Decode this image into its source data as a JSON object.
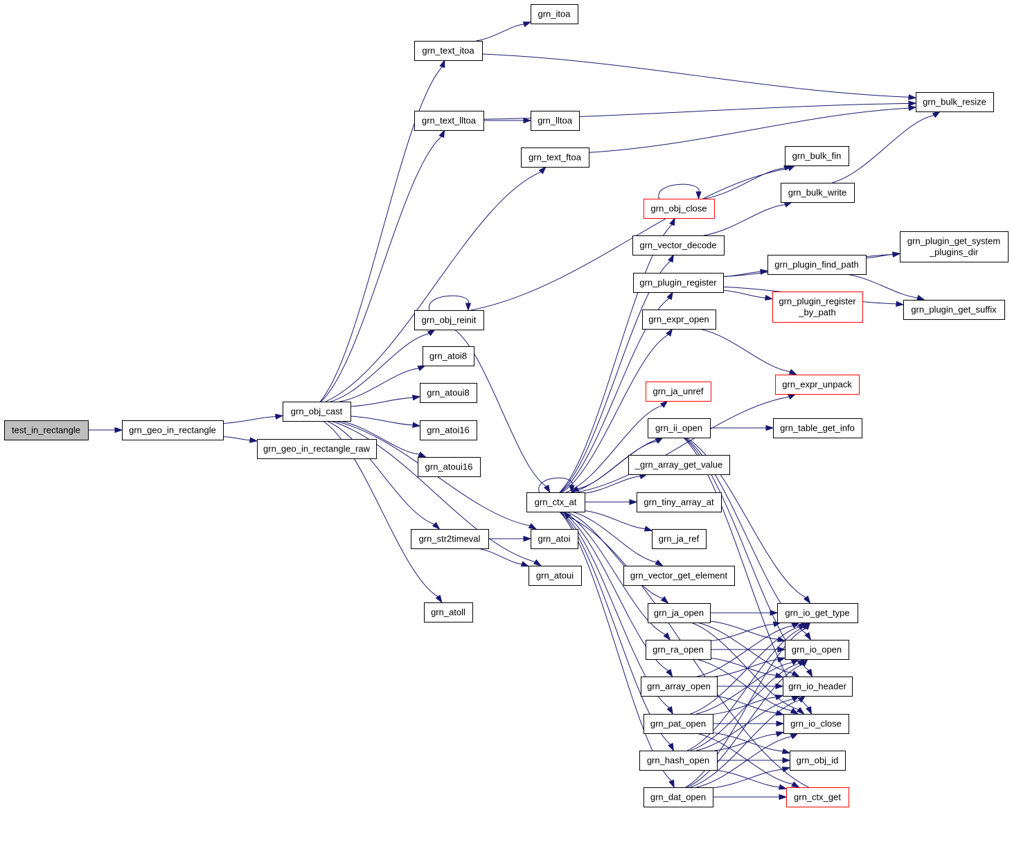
{
  "diagram": {
    "nodes": [
      {
        "id": "test_in_rectangle",
        "lines": [
          "test_in_rectangle"
        ],
        "root": true
      },
      {
        "id": "grn_geo_in_rectangle",
        "lines": [
          "grn_geo_in_rectangle"
        ]
      },
      {
        "id": "grn_obj_cast",
        "lines": [
          "grn_obj_cast"
        ]
      },
      {
        "id": "grn_geo_in_rectangle_raw",
        "lines": [
          "grn_geo_in_rectangle_raw"
        ]
      },
      {
        "id": "grn_text_itoa",
        "lines": [
          "grn_text_itoa"
        ]
      },
      {
        "id": "grn_itoa",
        "lines": [
          "grn_itoa"
        ]
      },
      {
        "id": "grn_bulk_resize",
        "lines": [
          "grn_bulk_resize"
        ]
      },
      {
        "id": "grn_text_lltoa",
        "lines": [
          "grn_text_lltoa"
        ]
      },
      {
        "id": "grn_lltoa",
        "lines": [
          "grn_lltoa"
        ]
      },
      {
        "id": "grn_text_ftoa",
        "lines": [
          "grn_text_ftoa"
        ]
      },
      {
        "id": "grn_bulk_fin",
        "lines": [
          "grn_bulk_fin"
        ]
      },
      {
        "id": "grn_bulk_write",
        "lines": [
          "grn_bulk_write"
        ]
      },
      {
        "id": "grn_obj_close",
        "lines": [
          "grn_obj_close"
        ],
        "truncated": true
      },
      {
        "id": "grn_vector_decode",
        "lines": [
          "grn_vector_decode"
        ]
      },
      {
        "id": "grn_plugin_register",
        "lines": [
          "grn_plugin_register"
        ]
      },
      {
        "id": "grn_plugin_find_path",
        "lines": [
          "grn_plugin_find_path"
        ]
      },
      {
        "id": "grn_plugin_get_system_plugins_dir",
        "lines": [
          "grn_plugin_get_system",
          "_plugins_dir"
        ]
      },
      {
        "id": "grn_plugin_register_by_path",
        "lines": [
          "grn_plugin_register",
          "_by_path"
        ],
        "truncated": true
      },
      {
        "id": "grn_plugin_get_suffix",
        "lines": [
          "grn_plugin_get_suffix"
        ]
      },
      {
        "id": "grn_obj_reinit",
        "lines": [
          "grn_obj_reinit"
        ]
      },
      {
        "id": "grn_expr_open",
        "lines": [
          "grn_expr_open"
        ]
      },
      {
        "id": "grn_expr_unpack",
        "lines": [
          "grn_expr_unpack"
        ],
        "truncated": true
      },
      {
        "id": "grn_atoi8",
        "lines": [
          "grn_atoi8"
        ]
      },
      {
        "id": "grn_atoui8",
        "lines": [
          "grn_atoui8"
        ]
      },
      {
        "id": "grn_ja_unref",
        "lines": [
          "grn_ja_unref"
        ],
        "truncated": true
      },
      {
        "id": "grn_atoi16",
        "lines": [
          "grn_atoi16"
        ]
      },
      {
        "id": "grn_ii_open",
        "lines": [
          "grn_ii_open"
        ]
      },
      {
        "id": "grn_table_get_info",
        "lines": [
          "grn_table_get_info"
        ]
      },
      {
        "id": "grn_atoui16",
        "lines": [
          "grn_atoui16"
        ]
      },
      {
        "id": "_grn_array_get_value",
        "lines": [
          "_grn_array_get_value"
        ]
      },
      {
        "id": "grn_ctx_at",
        "lines": [
          "grn_ctx_at"
        ]
      },
      {
        "id": "grn_tiny_array_at",
        "lines": [
          "grn_tiny_array_at"
        ]
      },
      {
        "id": "grn_str2timeval",
        "lines": [
          "grn_str2timeval"
        ]
      },
      {
        "id": "grn_atoi",
        "lines": [
          "grn_atoi"
        ]
      },
      {
        "id": "grn_ja_ref",
        "lines": [
          "grn_ja_ref"
        ]
      },
      {
        "id": "grn_atoui",
        "lines": [
          "grn_atoui"
        ]
      },
      {
        "id": "grn_vector_get_element",
        "lines": [
          "grn_vector_get_element"
        ]
      },
      {
        "id": "grn_atoll",
        "lines": [
          "grn_atoll"
        ]
      },
      {
        "id": "grn_ja_open",
        "lines": [
          "grn_ja_open"
        ]
      },
      {
        "id": "grn_io_get_type",
        "lines": [
          "grn_io_get_type"
        ]
      },
      {
        "id": "grn_ra_open",
        "lines": [
          "grn_ra_open"
        ]
      },
      {
        "id": "grn_io_open",
        "lines": [
          "grn_io_open"
        ]
      },
      {
        "id": "grn_array_open",
        "lines": [
          "grn_array_open"
        ]
      },
      {
        "id": "grn_io_header",
        "lines": [
          "grn_io_header"
        ]
      },
      {
        "id": "grn_pat_open",
        "lines": [
          "grn_pat_open"
        ]
      },
      {
        "id": "grn_io_close",
        "lines": [
          "grn_io_close"
        ]
      },
      {
        "id": "grn_hash_open",
        "lines": [
          "grn_hash_open"
        ]
      },
      {
        "id": "grn_obj_id",
        "lines": [
          "grn_obj_id"
        ]
      },
      {
        "id": "grn_dat_open",
        "lines": [
          "grn_dat_open"
        ]
      },
      {
        "id": "grn_ctx_get",
        "lines": [
          "grn_ctx_get"
        ],
        "truncated": true
      }
    ],
    "edges": [
      [
        "test_in_rectangle",
        "grn_geo_in_rectangle"
      ],
      [
        "grn_geo_in_rectangle",
        "grn_obj_cast"
      ],
      [
        "grn_geo_in_rectangle",
        "grn_geo_in_rectangle_raw"
      ],
      [
        "grn_obj_cast",
        "grn_text_itoa"
      ],
      [
        "grn_obj_cast",
        "grn_text_lltoa"
      ],
      [
        "grn_obj_cast",
        "grn_text_ftoa"
      ],
      [
        "grn_obj_cast",
        "grn_obj_reinit"
      ],
      [
        "grn_obj_cast",
        "grn_atoi8"
      ],
      [
        "grn_obj_cast",
        "grn_atoui8"
      ],
      [
        "grn_obj_cast",
        "grn_atoi16"
      ],
      [
        "grn_obj_cast",
        "grn_atoui16"
      ],
      [
        "grn_obj_cast",
        "grn_atoi"
      ],
      [
        "grn_obj_cast",
        "grn_str2timeval"
      ],
      [
        "grn_obj_cast",
        "grn_atoui"
      ],
      [
        "grn_obj_cast",
        "grn_atoll"
      ],
      [
        "grn_text_itoa",
        "grn_itoa"
      ],
      [
        "grn_text_itoa",
        "grn_bulk_resize"
      ],
      [
        "grn_text_lltoa",
        "grn_lltoa"
      ],
      [
        "grn_text_lltoa",
        "grn_bulk_resize"
      ],
      [
        "grn_text_ftoa",
        "grn_bulk_resize"
      ],
      [
        "grn_obj_reinit",
        "grn_obj_reinit"
      ],
      [
        "grn_obj_reinit",
        "grn_bulk_fin"
      ],
      [
        "grn_obj_reinit",
        "grn_ctx_at"
      ],
      [
        "grn_bulk_write",
        "grn_bulk_resize"
      ],
      [
        "grn_obj_close",
        "grn_obj_close"
      ],
      [
        "grn_obj_close",
        "grn_bulk_fin"
      ],
      [
        "grn_vector_decode",
        "grn_bulk_write"
      ],
      [
        "grn_plugin_register",
        "grn_plugin_get_system_plugins_dir"
      ],
      [
        "grn_plugin_register",
        "grn_plugin_find_path"
      ],
      [
        "grn_plugin_register",
        "grn_plugin_register_by_path"
      ],
      [
        "grn_plugin_register",
        "grn_plugin_get_suffix"
      ],
      [
        "grn_plugin_find_path",
        "grn_plugin_get_system_plugins_dir"
      ],
      [
        "grn_plugin_find_path",
        "grn_plugin_get_suffix"
      ],
      [
        "grn_expr_open",
        "grn_expr_unpack"
      ],
      [
        "grn_ctx_at",
        "grn_ctx_at"
      ],
      [
        "grn_ctx_at",
        "grn_obj_close"
      ],
      [
        "grn_ctx_at",
        "grn_vector_decode"
      ],
      [
        "grn_ctx_at",
        "grn_plugin_register"
      ],
      [
        "grn_ctx_at",
        "grn_expr_open"
      ],
      [
        "grn_ctx_at",
        "grn_expr_unpack"
      ],
      [
        "grn_ctx_at",
        "grn_ja_unref"
      ],
      [
        "grn_ctx_at",
        "grn_ii_open"
      ],
      [
        "grn_ctx_at",
        "_grn_array_get_value"
      ],
      [
        "grn_ctx_at",
        "grn_tiny_array_at"
      ],
      [
        "grn_ctx_at",
        "grn_ja_ref"
      ],
      [
        "grn_ctx_at",
        "grn_vector_get_element"
      ],
      [
        "grn_ctx_at",
        "grn_ja_open"
      ],
      [
        "grn_ctx_at",
        "grn_ra_open"
      ],
      [
        "grn_ctx_at",
        "grn_array_open"
      ],
      [
        "grn_ctx_at",
        "grn_pat_open"
      ],
      [
        "grn_ctx_at",
        "grn_hash_open"
      ],
      [
        "grn_ctx_at",
        "grn_dat_open"
      ],
      [
        "grn_str2timeval",
        "grn_atoi"
      ],
      [
        "grn_str2timeval",
        "grn_atoui"
      ],
      [
        "grn_ii_open",
        "grn_table_get_info"
      ],
      [
        "grn_ii_open",
        "grn_io_get_type"
      ],
      [
        "grn_ii_open",
        "grn_io_open"
      ],
      [
        "grn_ii_open",
        "grn_io_header"
      ],
      [
        "grn_ii_open",
        "grn_io_close"
      ],
      [
        "grn_ii_open",
        "grn_ctx_at"
      ],
      [
        "grn_ja_open",
        "grn_io_get_type"
      ],
      [
        "grn_ja_open",
        "grn_io_open"
      ],
      [
        "grn_ja_open",
        "grn_io_header"
      ],
      [
        "grn_ja_open",
        "grn_io_close"
      ],
      [
        "grn_ra_open",
        "grn_io_get_type"
      ],
      [
        "grn_ra_open",
        "grn_io_open"
      ],
      [
        "grn_ra_open",
        "grn_io_header"
      ],
      [
        "grn_ra_open",
        "grn_io_close"
      ],
      [
        "grn_array_open",
        "grn_io_get_type"
      ],
      [
        "grn_array_open",
        "grn_io_open"
      ],
      [
        "grn_array_open",
        "grn_io_header"
      ],
      [
        "grn_array_open",
        "grn_io_close"
      ],
      [
        "grn_pat_open",
        "grn_io_get_type"
      ],
      [
        "grn_pat_open",
        "grn_io_open"
      ],
      [
        "grn_pat_open",
        "grn_io_header"
      ],
      [
        "grn_pat_open",
        "grn_io_close"
      ],
      [
        "grn_pat_open",
        "grn_obj_id"
      ],
      [
        "grn_pat_open",
        "grn_ctx_get"
      ],
      [
        "grn_hash_open",
        "grn_io_get_type"
      ],
      [
        "grn_hash_open",
        "grn_io_open"
      ],
      [
        "grn_hash_open",
        "grn_io_header"
      ],
      [
        "grn_hash_open",
        "grn_io_close"
      ],
      [
        "grn_hash_open",
        "grn_obj_id"
      ],
      [
        "grn_hash_open",
        "grn_ctx_get"
      ],
      [
        "grn_dat_open",
        "grn_io_get_type"
      ],
      [
        "grn_dat_open",
        "grn_io_open"
      ],
      [
        "grn_dat_open",
        "grn_io_header"
      ],
      [
        "grn_dat_open",
        "grn_io_close"
      ],
      [
        "grn_dat_open",
        "grn_obj_id"
      ],
      [
        "grn_dat_open",
        "grn_ctx_get"
      ],
      [
        "grn_ctx_get",
        "grn_ctx_at"
      ]
    ]
  }
}
